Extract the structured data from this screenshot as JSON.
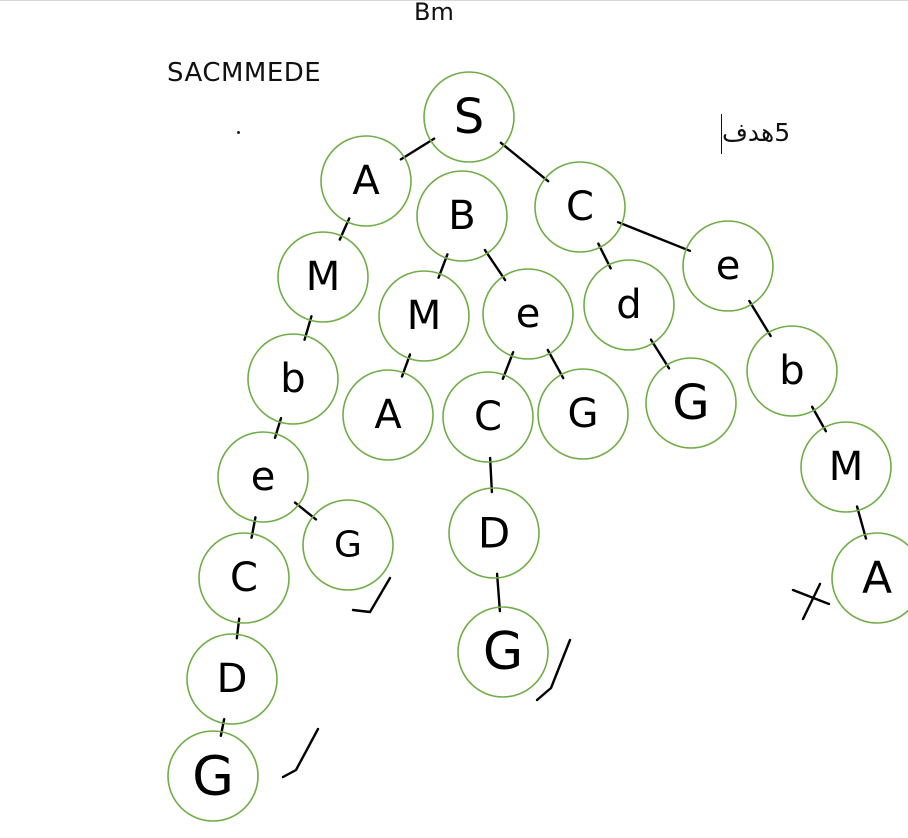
{
  "header": {
    "title": "Bm"
  },
  "search_sequence": "SACMMEDE",
  "goal_note": "5هدف",
  "tree": {
    "nodes": [
      {
        "id": "n1",
        "label": "S"
      },
      {
        "id": "n2",
        "label": "A"
      },
      {
        "id": "n3",
        "label": "B"
      },
      {
        "id": "n4",
        "label": "C"
      },
      {
        "id": "n5",
        "label": "e"
      },
      {
        "id": "n6",
        "label": "M"
      },
      {
        "id": "n7",
        "label": "M"
      },
      {
        "id": "n8",
        "label": "e"
      },
      {
        "id": "n9",
        "label": "d"
      },
      {
        "id": "n10",
        "label": "b"
      },
      {
        "id": "n11",
        "label": "A"
      },
      {
        "id": "n12",
        "label": "C"
      },
      {
        "id": "n13",
        "label": "G"
      },
      {
        "id": "n14",
        "label": "G"
      },
      {
        "id": "n15",
        "label": "b"
      },
      {
        "id": "n16",
        "label": "e"
      },
      {
        "id": "n17",
        "label": "G"
      },
      {
        "id": "n18",
        "label": "D"
      },
      {
        "id": "n19",
        "label": "M"
      },
      {
        "id": "n20",
        "label": "C"
      },
      {
        "id": "n21",
        "label": "A"
      },
      {
        "id": "n22",
        "label": "G"
      },
      {
        "id": "n23",
        "label": "D"
      },
      {
        "id": "n24",
        "label": "G"
      }
    ],
    "edges": [
      [
        "n1",
        "n2"
      ],
      [
        "n1",
        "n4"
      ],
      [
        "n4",
        "n5"
      ],
      [
        "n4",
        "n9"
      ],
      [
        "n2",
        "n6"
      ],
      [
        "n6",
        "n10"
      ],
      [
        "n10",
        "n16"
      ],
      [
        "n16",
        "n17"
      ],
      [
        "n16",
        "n20"
      ],
      [
        "n20",
        "n23"
      ],
      [
        "n23",
        "n24"
      ],
      [
        "n3",
        "n7"
      ],
      [
        "n3",
        "n8"
      ],
      [
        "n7",
        "n11"
      ],
      [
        "n8",
        "n12"
      ],
      [
        "n8",
        "n13"
      ],
      [
        "n12",
        "n18"
      ],
      [
        "n18",
        "n22"
      ],
      [
        "n9",
        "n14"
      ],
      [
        "n5",
        "n15"
      ],
      [
        "n15",
        "n19"
      ],
      [
        "n19",
        "n21"
      ]
    ]
  },
  "marks": [
    {
      "id": "m-g17",
      "symbol": "check"
    },
    {
      "id": "m-g22",
      "symbol": "check"
    },
    {
      "id": "m-g24",
      "symbol": "check"
    },
    {
      "id": "m-a21",
      "symbol": "cross"
    }
  ]
}
